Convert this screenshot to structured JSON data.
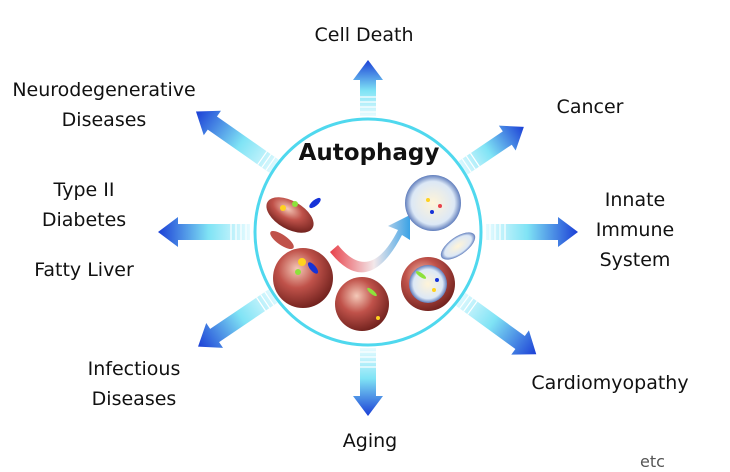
{
  "center": {
    "title": "Autophagy"
  },
  "outcomes": {
    "cell_death": [
      "Cell Death"
    ],
    "cancer": [
      "Cancer"
    ],
    "innate_immune": [
      "Innate",
      "Immune",
      "System"
    ],
    "cardiomyopathy": [
      "Cardiomyopathy"
    ],
    "aging": [
      "Aging"
    ],
    "infectious": [
      "Infectious",
      "Diseases"
    ],
    "type2": [
      "Type II",
      "Diabetes"
    ],
    "fatty_liver": [
      "Fatty Liver"
    ],
    "neuro": [
      "Neurodegenerative",
      "Diseases"
    ]
  },
  "footer": {
    "etc": "etc"
  },
  "colors": {
    "arrow_dark": "#1b3fd6",
    "arrow_light": "#dff8ff",
    "ring": "#4fd8ee",
    "cell": "#b0443c"
  }
}
